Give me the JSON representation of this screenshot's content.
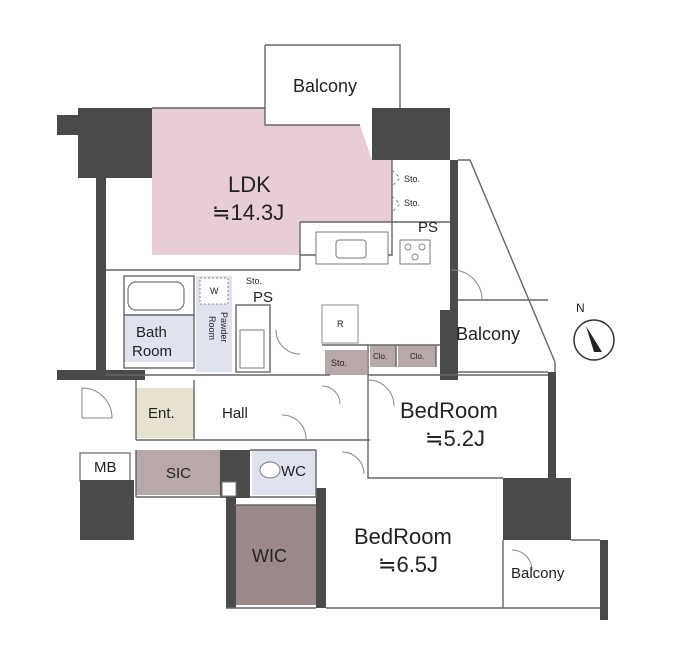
{
  "rooms": {
    "ldk_name": "LDK",
    "ldk_size": "≒14.3J",
    "balcony_top": "Balcony",
    "balcony_right": "Balcony",
    "balcony_small": "Balcony",
    "bedroom1_name": "BedRoom",
    "bedroom1_size": "≒5.2J",
    "bedroom2_name": "BedRoom",
    "bedroom2_size": "≒6.5J",
    "bath_line1": "Bath",
    "bath_line2": "Room",
    "powder_line1": "Pawder",
    "powder_line2": "Room",
    "hall": "Hall",
    "entrance": "Ent.",
    "sic": "SIC",
    "wc": "WC",
    "wic": "WIC",
    "mb": "MB",
    "washer": "W",
    "fridge": "R",
    "storage": "Sto.",
    "closet": "Clo.",
    "pipe_space": "PS"
  },
  "colors": {
    "ldk": "#e8ccd8",
    "bath": "#dfe3f0",
    "storage": "#b9a8a8",
    "wic": "#9b8888",
    "entrance": "#e6e2cf",
    "wall": "#4a4a4a"
  },
  "compass": {
    "label": "N"
  }
}
